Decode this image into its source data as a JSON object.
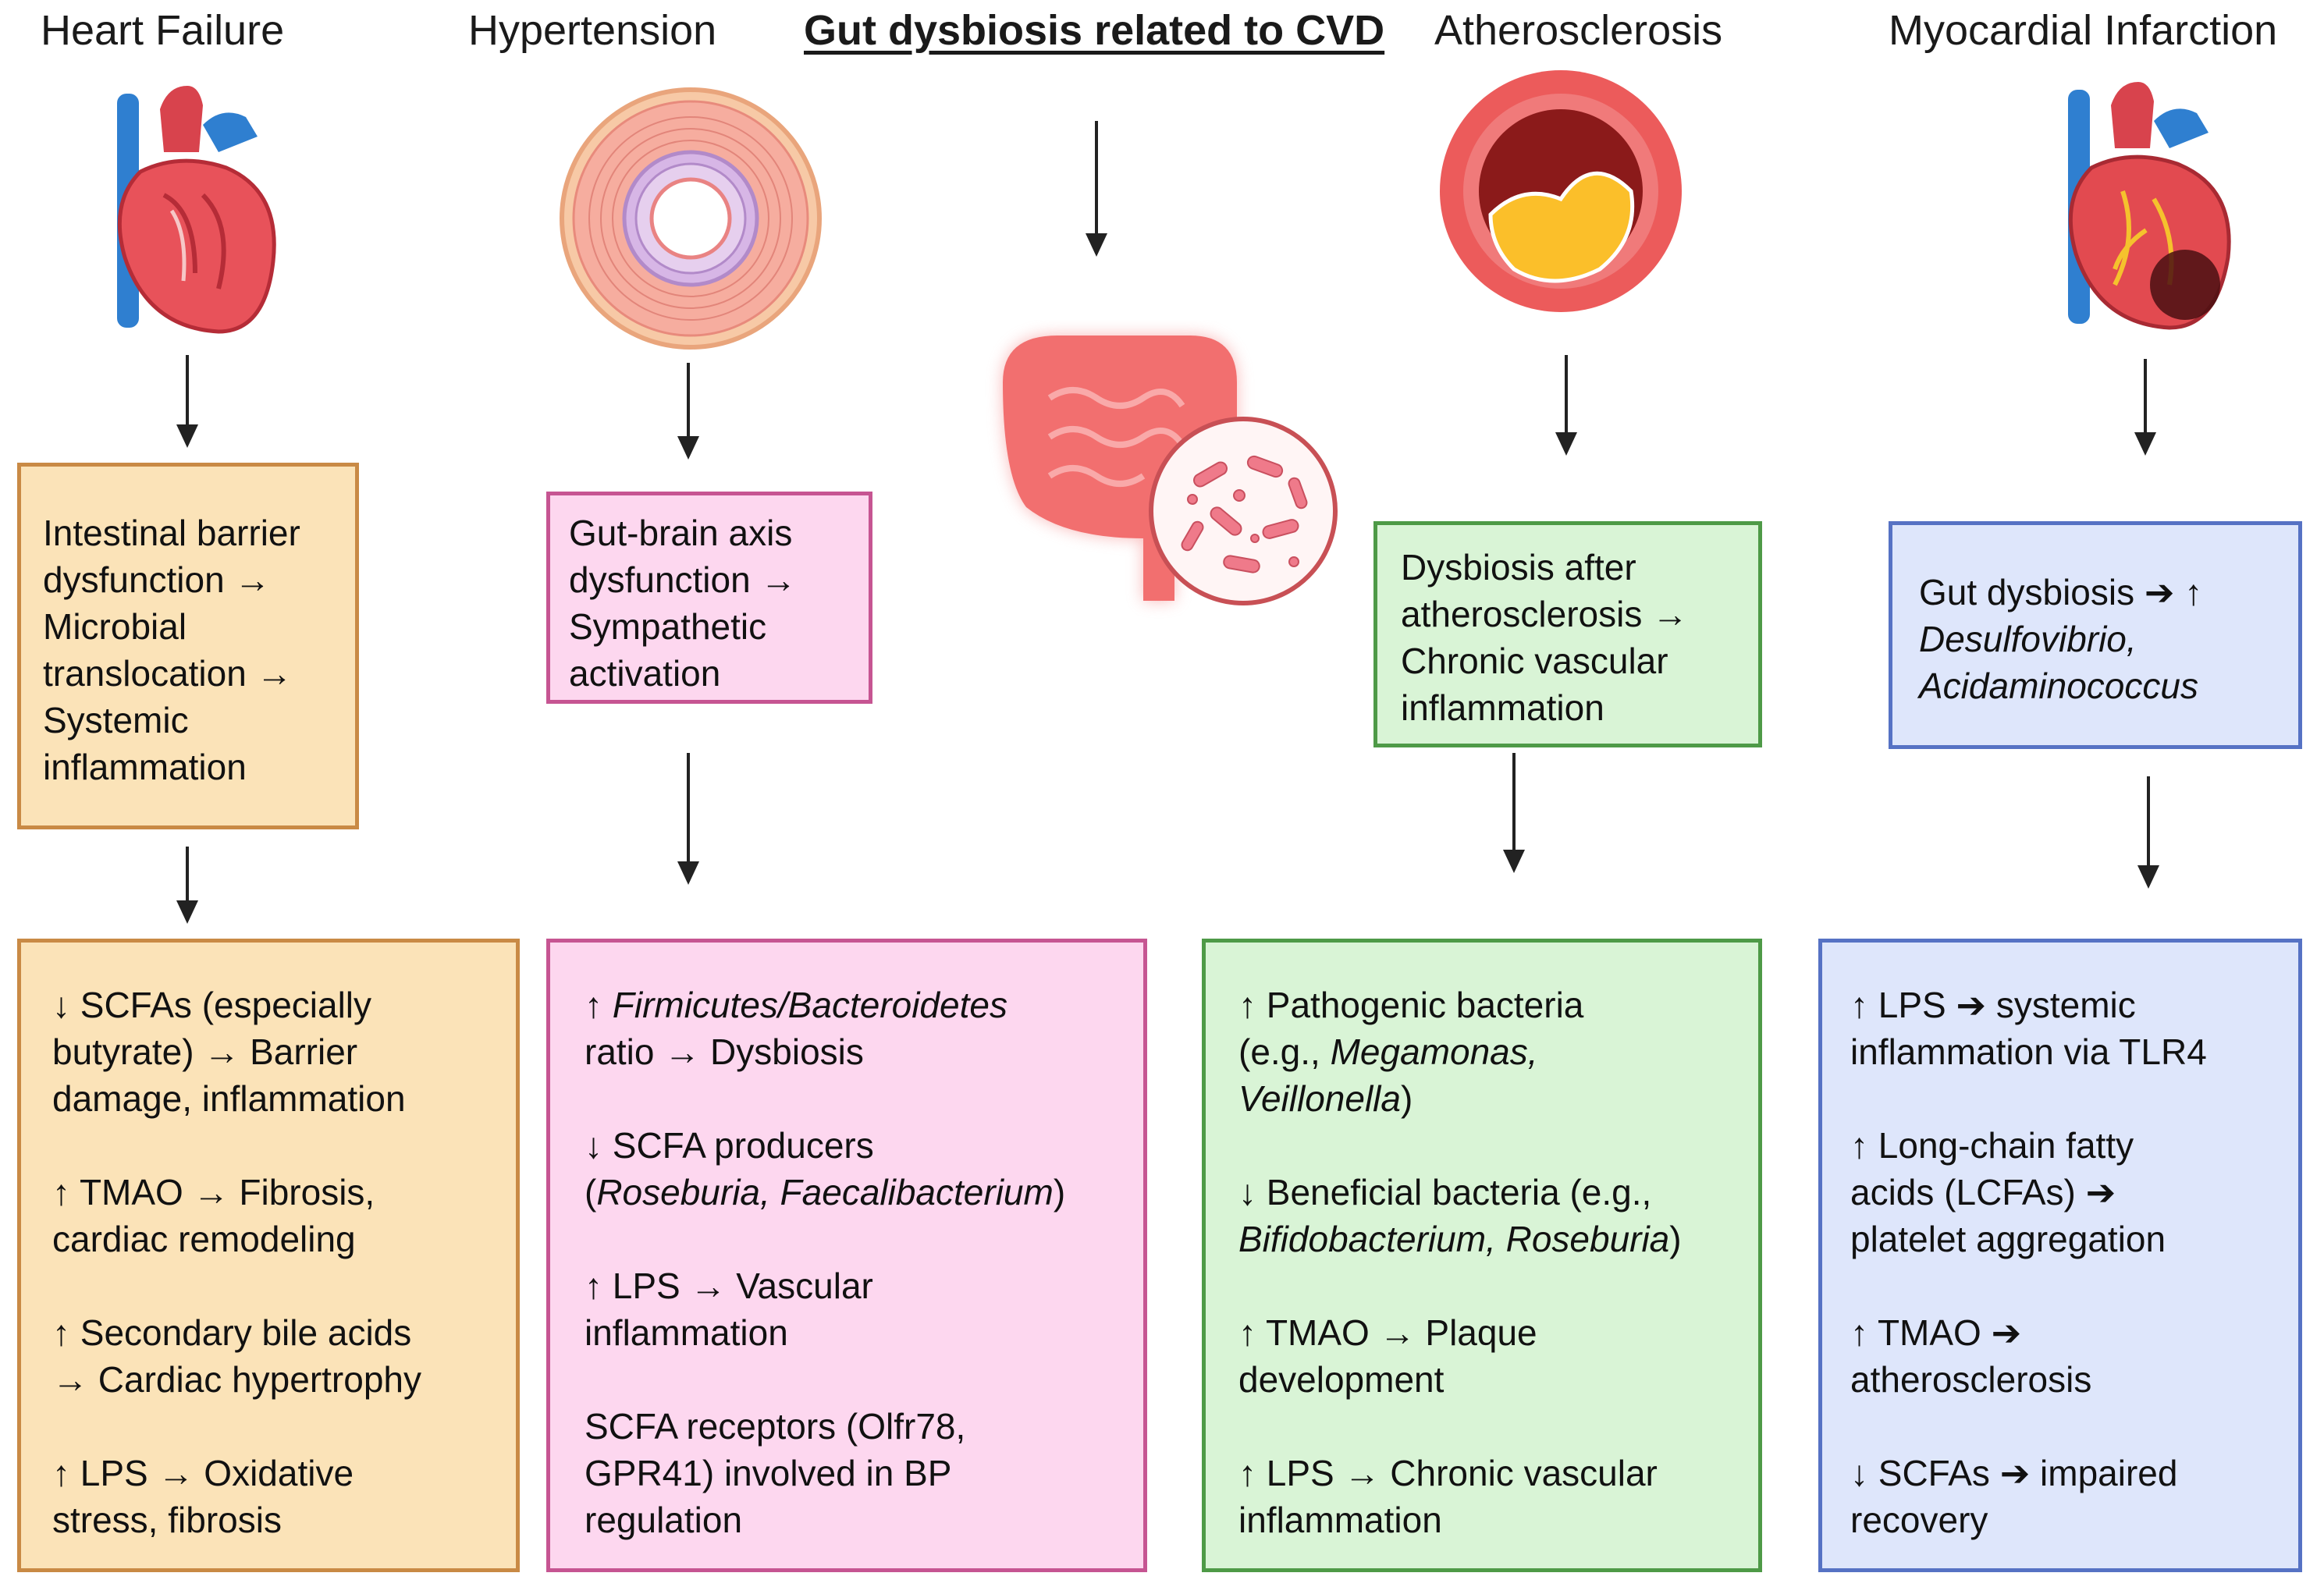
{
  "headers": {
    "heart_failure": "Heart Failure",
    "hypertension": "Hypertension",
    "center_title": "Gut dysbiosis related to CVD",
    "atherosclerosis": "Atherosclerosis",
    "myocardial_infarction": "Myocardial Infarction"
  },
  "heart_failure": {
    "mechanism": {
      "l1": "Intestinal barrier",
      "l2": "dysfunction →",
      "l3": "Microbial",
      "l4": "translocation →",
      "l5": "Systemic",
      "l6": "inflammation"
    },
    "effects": {
      "p1l1": "↓ SCFAs (especially",
      "p1l2": "butyrate) → Barrier",
      "p1l3": "damage, inflammation",
      "p2l1": "↑ TMAO → Fibrosis,",
      "p2l2": "cardiac remodeling",
      "p3l1": "↑ Secondary bile acids",
      "p3l2": "→ Cardiac hypertrophy",
      "p4l1": "↑ LPS → Oxidative",
      "p4l2": "stress, fibrosis"
    }
  },
  "hypertension": {
    "mechanism": {
      "l1": "Gut-brain axis",
      "l2": "dysfunction →",
      "l3": "Sympathetic",
      "l4": "activation"
    },
    "effects": {
      "p1_arrow": "↑ ",
      "p1_italic": "Firmicutes/Bacteroidetes",
      "p1l2": "ratio → Dysbiosis",
      "p2l1": "↓ SCFA producers",
      "p2_open": "(",
      "p2_italic": "Roseburia, Faecalibacterium",
      "p2_close": ")",
      "p3l1": "↑ LPS → Vascular",
      "p3l2": "inflammation",
      "p4l1": "SCFA receptors (Olfr78,",
      "p4l2": "GPR41) involved in BP",
      "p4l3": "regulation"
    }
  },
  "atherosclerosis": {
    "mechanism": {
      "l1": "Dysbiosis after",
      "l2": "atherosclerosis →",
      "l3": "Chronic vascular",
      "l4": "inflammation"
    },
    "effects": {
      "p1l1": "↑ Pathogenic bacteria",
      "p1_prefix": "(e.g., ",
      "p1_italic": "Megamonas,",
      "p1_italic2": "Veillonella",
      "p1_close": ")",
      "p2l1": "↓ Beneficial bacteria (e.g.,",
      "p2_italic": "Bifidobacterium, Roseburia",
      "p2_close": ")",
      "p3l1": "↑ TMAO → Plaque",
      "p3l2": "development",
      "p4l1": "↑ LPS → Chronic vascular",
      "p4l2": "inflammation"
    }
  },
  "myocardial_infarction": {
    "mechanism": {
      "l1": "Gut dysbiosis ➔ ↑",
      "l2_italic": "Desulfovibrio,",
      "l3_italic": "Acidaminococcus"
    },
    "effects": {
      "p1l1": "↑ LPS ➔ systemic",
      "p1l2": "inflammation via TLR4",
      "p2l1": "↑ Long-chain fatty",
      "p2l2": "acids (LCFAs) ➔",
      "p2l3": "platelet aggregation",
      "p3l1": "↑ TMAO ➔",
      "p3l2": "atherosclerosis",
      "p4l1": "↓ SCFAs ➔ impaired",
      "p4l2": "recovery"
    }
  },
  "icons": {
    "heart_failure": "heart-icon",
    "hypertension": "blood-vessel-icon",
    "gut": "intestine-icon",
    "bacteria": "bacteria-icon",
    "atherosclerosis": "plaque-artery-icon",
    "myocardial_infarction": "infarcted-heart-icon"
  },
  "colors": {
    "orange_fill": "#fbe3b8",
    "orange_border": "#c98a45",
    "pink_fill": "#fdd7ef",
    "pink_border": "#c65592",
    "green_fill": "#d9f4d6",
    "green_border": "#4e9a47",
    "blue_fill": "#dee6fb",
    "blue_border": "#5672c4"
  }
}
